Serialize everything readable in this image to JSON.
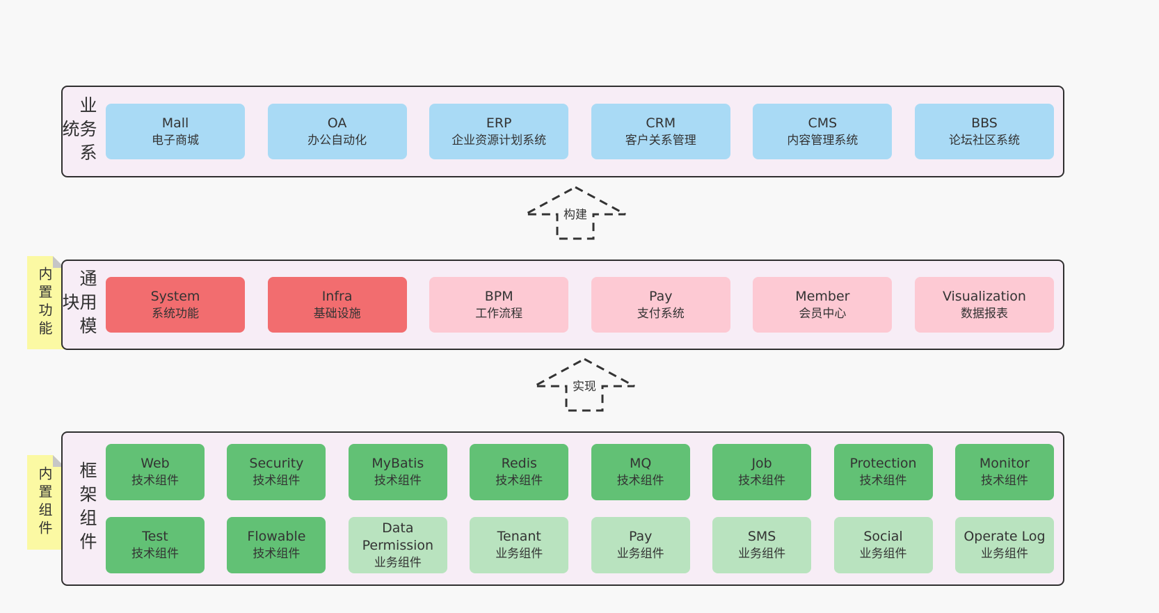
{
  "colors": {
    "page-bg": "#f8f8f8",
    "panel-bg": "#f7edf6",
    "panel-border": "#2f2f2f",
    "box-blue": "#a9daf5",
    "box-red": "#f26d6f",
    "box-pink": "#fdc9d3",
    "box-green": "#62c175",
    "box-green-light": "#b9e3bf",
    "note-bg": "#fbf9a3",
    "note-fold": "#c6c6c6",
    "text": "#333333"
  },
  "diagram": {
    "arrows": [
      {
        "label": "构建"
      },
      {
        "label": "实现"
      }
    ],
    "sections": [
      {
        "label": "业务系统",
        "note": null,
        "rows": [
          [
            {
              "title": "Mall",
              "subtitle": "电子商城",
              "variant": "blue"
            },
            {
              "title": "OA",
              "subtitle": "办公自动化",
              "variant": "blue"
            },
            {
              "title": "ERP",
              "subtitle": "企业资源计划系统",
              "variant": "blue"
            },
            {
              "title": "CRM",
              "subtitle": "客户关系管理",
              "variant": "blue"
            },
            {
              "title": "CMS",
              "subtitle": "内容管理系统",
              "variant": "blue"
            },
            {
              "title": "BBS",
              "subtitle": "论坛社区系统",
              "variant": "blue"
            }
          ]
        ]
      },
      {
        "label": "通用模块",
        "note": "内置功能",
        "rows": [
          [
            {
              "title": "System",
              "subtitle": "系统功能",
              "variant": "red"
            },
            {
              "title": "Infra",
              "subtitle": "基础设施",
              "variant": "red"
            },
            {
              "title": "BPM",
              "subtitle": "工作流程",
              "variant": "pink"
            },
            {
              "title": "Pay",
              "subtitle": "支付系统",
              "variant": "pink"
            },
            {
              "title": "Member",
              "subtitle": "会员中心",
              "variant": "pink"
            },
            {
              "title": "Visualization",
              "subtitle": "数据报表",
              "variant": "pink"
            }
          ]
        ]
      },
      {
        "label": "框架组件",
        "note": "内置组件",
        "rows": [
          [
            {
              "title": "Web",
              "subtitle": "技术组件",
              "variant": "green"
            },
            {
              "title": "Security",
              "subtitle": "技术组件",
              "variant": "green"
            },
            {
              "title": "MyBatis",
              "subtitle": "技术组件",
              "variant": "green"
            },
            {
              "title": "Redis",
              "subtitle": "技术组件",
              "variant": "green"
            },
            {
              "title": "MQ",
              "subtitle": "技术组件",
              "variant": "green"
            },
            {
              "title": "Job",
              "subtitle": "技术组件",
              "variant": "green"
            },
            {
              "title": "Protection",
              "subtitle": "技术组件",
              "variant": "green"
            },
            {
              "title": "Monitor",
              "subtitle": "技术组件",
              "variant": "green"
            }
          ],
          [
            {
              "title": "Test",
              "subtitle": "技术组件",
              "variant": "green"
            },
            {
              "title": "Flowable",
              "subtitle": "技术组件",
              "variant": "green"
            },
            {
              "title": "Data Permission",
              "subtitle": "业务组件",
              "variant": "green-light"
            },
            {
              "title": "Tenant",
              "subtitle": "业务组件",
              "variant": "green-light"
            },
            {
              "title": "Pay",
              "subtitle": "业务组件",
              "variant": "green-light"
            },
            {
              "title": "SMS",
              "subtitle": "业务组件",
              "variant": "green-light"
            },
            {
              "title": "Social",
              "subtitle": "业务组件",
              "variant": "green-light"
            },
            {
              "title": "Operate Log",
              "subtitle": "业务组件",
              "variant": "green-light"
            }
          ]
        ]
      }
    ]
  }
}
